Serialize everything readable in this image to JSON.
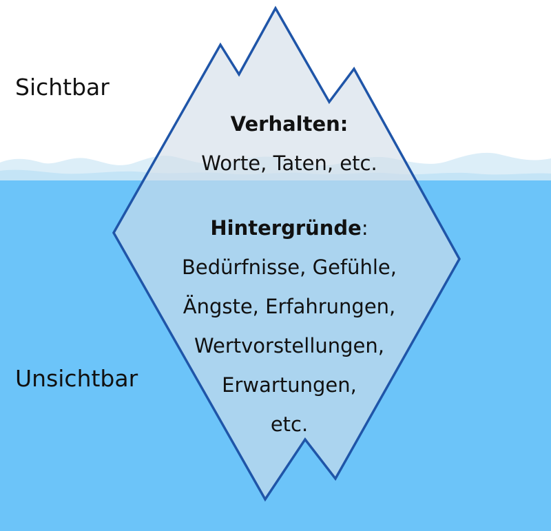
{
  "colors": {
    "water": "#6cc4f9",
    "water_surface_foam": "#dceef8",
    "iceberg_fill": "#d2dde8",
    "iceberg_outline": "#1f55a8"
  },
  "labels": {
    "visible": "Sichtbar",
    "invisible": "Unsichtbar"
  },
  "visible_part": {
    "heading": "Verhalten:",
    "lines": [
      "Worte, Taten, etc."
    ]
  },
  "hidden_part": {
    "heading": "Hintergründe",
    "heading_suffix": ":",
    "lines": [
      "Bedürfnisse, Gefühle,",
      "Ängste, Erfahrungen,",
      "Wertvorstellungen,",
      "Erwartungen,",
      "etc."
    ]
  }
}
